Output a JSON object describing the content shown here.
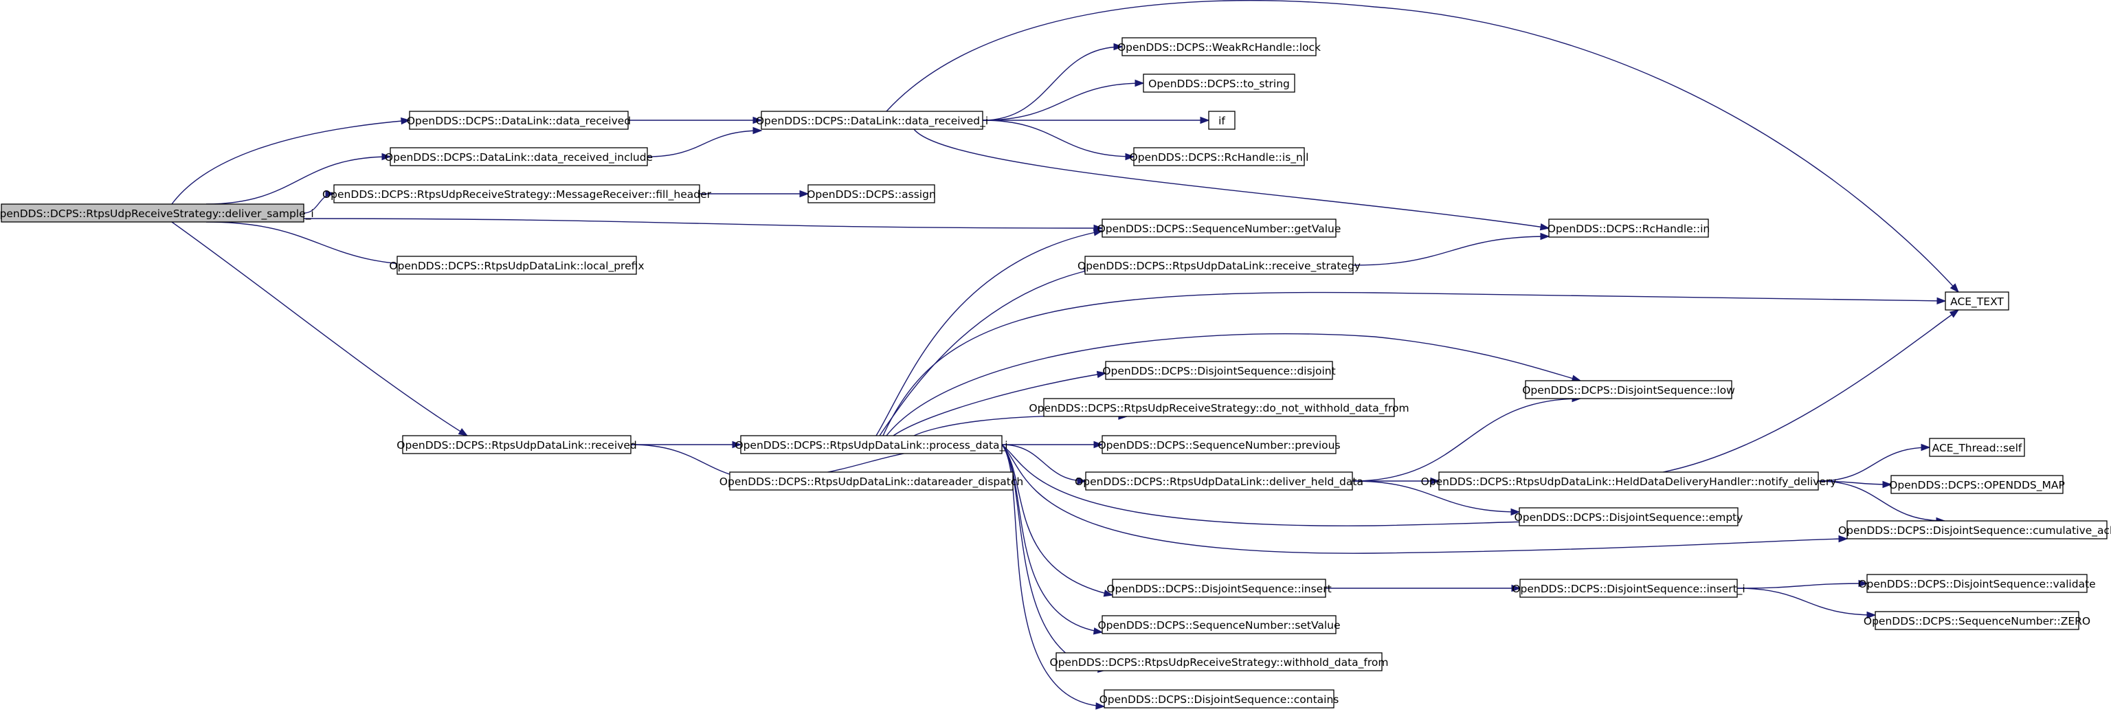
{
  "graph": {
    "root": "OpenDDS::DCPS::RtpsUdpReceiveStrategy::deliver_sample_i",
    "nodes": [
      {
        "id": "n0",
        "label": "OpenDDS::DCPS::RtpsUdpReceiveStrategy::deliver_sample_i",
        "root": true
      },
      {
        "id": "n1",
        "label": "OpenDDS::DCPS::DataLink::data_received"
      },
      {
        "id": "n2",
        "label": "OpenDDS::DCPS::DataLink::data_received_include"
      },
      {
        "id": "n3",
        "label": "OpenDDS::DCPS::RtpsUdpReceiveStrategy::MessageReceiver::fill_header"
      },
      {
        "id": "n4",
        "label": "OpenDDS::DCPS::RtpsUdpDataLink::local_prefix"
      },
      {
        "id": "n5",
        "label": "OpenDDS::DCPS::RtpsUdpDataLink::received"
      },
      {
        "id": "n6",
        "label": "OpenDDS::DCPS::DataLink::data_received_i"
      },
      {
        "id": "n7",
        "label": "OpenDDS::DCPS::assign"
      },
      {
        "id": "n8",
        "label": "OpenDDS::DCPS::RtpsUdpDataLink::process_data_i"
      },
      {
        "id": "n9",
        "label": "OpenDDS::DCPS::RtpsUdpDataLink::datareader_dispatch"
      },
      {
        "id": "n10",
        "label": "OpenDDS::DCPS::WeakRcHandle::lock"
      },
      {
        "id": "n11",
        "label": "OpenDDS::DCPS::to_string"
      },
      {
        "id": "n12",
        "label": "if"
      },
      {
        "id": "n13",
        "label": "OpenDDS::DCPS::RcHandle::is_nil"
      },
      {
        "id": "n14",
        "label": "OpenDDS::DCPS::SequenceNumber::getValue"
      },
      {
        "id": "n15",
        "label": "OpenDDS::DCPS::RtpsUdpDataLink::receive_strategy"
      },
      {
        "id": "n16",
        "label": "OpenDDS::DCPS::DisjointSequence::disjoint"
      },
      {
        "id": "n17",
        "label": "OpenDDS::DCPS::RtpsUdpReceiveStrategy::do_not_withhold_data_from"
      },
      {
        "id": "n18",
        "label": "OpenDDS::DCPS::SequenceNumber::previous"
      },
      {
        "id": "n19",
        "label": "OpenDDS::DCPS::RtpsUdpDataLink::deliver_held_data"
      },
      {
        "id": "n20",
        "label": "OpenDDS::DCPS::DisjointSequence::insert"
      },
      {
        "id": "n21",
        "label": "OpenDDS::DCPS::SequenceNumber::setValue"
      },
      {
        "id": "n22",
        "label": "OpenDDS::DCPS::RtpsUdpReceiveStrategy::withhold_data_from"
      },
      {
        "id": "n23",
        "label": "OpenDDS::DCPS::DisjointSequence::contains"
      },
      {
        "id": "n24",
        "label": "OpenDDS::DCPS::RcHandle::in"
      },
      {
        "id": "n25",
        "label": "OpenDDS::DCPS::DisjointSequence::low"
      },
      {
        "id": "n26",
        "label": "OpenDDS::DCPS::RtpsUdpDataLink::HeldDataDeliveryHandler::notify_delivery"
      },
      {
        "id": "n27",
        "label": "OpenDDS::DCPS::DisjointSequence::empty"
      },
      {
        "id": "n28",
        "label": "OpenDDS::DCPS::DisjointSequence::insert_i"
      },
      {
        "id": "n29",
        "label": "ACE_TEXT"
      },
      {
        "id": "n30",
        "label": "ACE_Thread::self"
      },
      {
        "id": "n31",
        "label": "OpenDDS::DCPS::OPENDDS_MAP"
      },
      {
        "id": "n32",
        "label": "OpenDDS::DCPS::DisjointSequence::cumulative_ack"
      },
      {
        "id": "n33",
        "label": "OpenDDS::DCPS::DisjointSequence::validate"
      },
      {
        "id": "n34",
        "label": "OpenDDS::DCPS::SequenceNumber::ZERO"
      }
    ],
    "edges": [
      {
        "from": "n0",
        "to": "n1"
      },
      {
        "from": "n0",
        "to": "n2"
      },
      {
        "from": "n0",
        "to": "n3"
      },
      {
        "from": "n0",
        "to": "n14"
      },
      {
        "from": "n0",
        "to": "n4"
      },
      {
        "from": "n0",
        "to": "n5"
      },
      {
        "from": "n1",
        "to": "n6"
      },
      {
        "from": "n2",
        "to": "n6"
      },
      {
        "from": "n3",
        "to": "n7"
      },
      {
        "from": "n5",
        "to": "n8"
      },
      {
        "from": "n5",
        "to": "n9"
      },
      {
        "from": "n6",
        "to": "n29"
      },
      {
        "from": "n6",
        "to": "n10"
      },
      {
        "from": "n6",
        "to": "n11"
      },
      {
        "from": "n6",
        "to": "n12"
      },
      {
        "from": "n6",
        "to": "n13"
      },
      {
        "from": "n6",
        "to": "n24"
      },
      {
        "from": "n8",
        "to": "n14"
      },
      {
        "from": "n8",
        "to": "n15"
      },
      {
        "from": "n8",
        "to": "n29"
      },
      {
        "from": "n8",
        "to": "n25"
      },
      {
        "from": "n8",
        "to": "n16"
      },
      {
        "from": "n8",
        "to": "n17"
      },
      {
        "from": "n8",
        "to": "n18"
      },
      {
        "from": "n8",
        "to": "n19"
      },
      {
        "from": "n8",
        "to": "n9"
      },
      {
        "from": "n8",
        "to": "n27"
      },
      {
        "from": "n8",
        "to": "n32"
      },
      {
        "from": "n8",
        "to": "n20"
      },
      {
        "from": "n8",
        "to": "n21"
      },
      {
        "from": "n8",
        "to": "n22"
      },
      {
        "from": "n8",
        "to": "n23"
      },
      {
        "from": "n15",
        "to": "n24"
      },
      {
        "from": "n19",
        "to": "n25"
      },
      {
        "from": "n19",
        "to": "n26"
      },
      {
        "from": "n19",
        "to": "n27"
      },
      {
        "from": "n26",
        "to": "n29"
      },
      {
        "from": "n26",
        "to": "n30"
      },
      {
        "from": "n26",
        "to": "n31"
      },
      {
        "from": "n26",
        "to": "n32"
      },
      {
        "from": "n20",
        "to": "n28"
      },
      {
        "from": "n28",
        "to": "n33"
      },
      {
        "from": "n28",
        "to": "n34"
      }
    ]
  },
  "colors": {
    "edge": "#191970",
    "node_border": "#000000",
    "node_fill": "#ffffff",
    "root_fill": "#bfbfbf",
    "background": "#ffffff"
  }
}
